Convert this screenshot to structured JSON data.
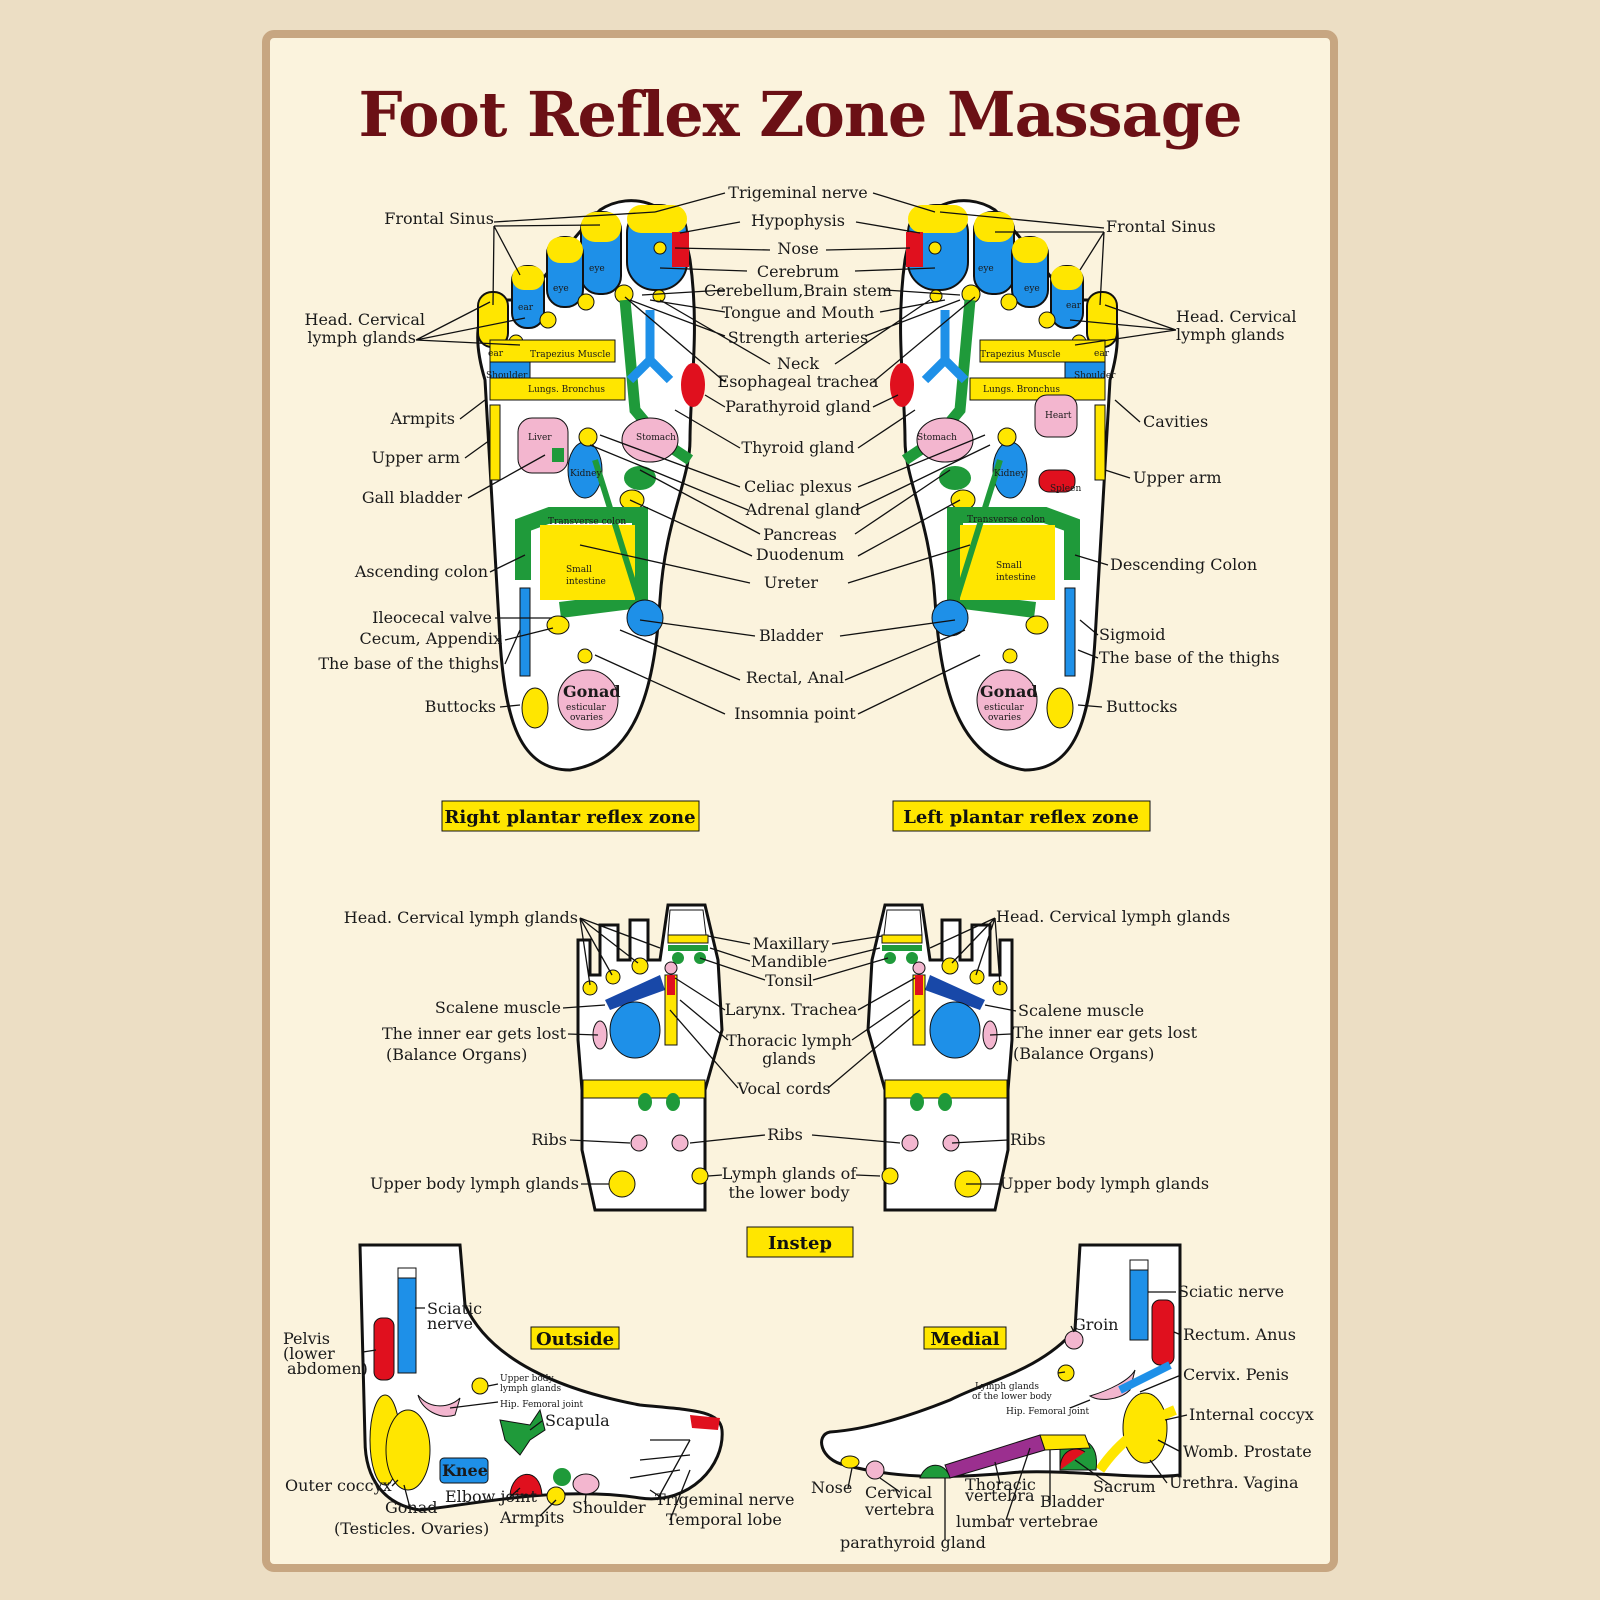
{
  "title": "Foot Reflex Zone Massage",
  "colors": {
    "yellow": "#ffe600",
    "blue": "#1e90e8",
    "green": "#1f9a3a",
    "red": "#e0101e",
    "pink": "#f3b6cf",
    "purple": "#9b2f8f",
    "title": "#6b1015"
  },
  "plantar": {
    "right_caption": "Right plantar reflex zone",
    "left_caption": "Left plantar reflex zone",
    "center": {
      "trigeminal": "Trigeminal nerve",
      "hypophysis": "Hypophysis",
      "nose": "Nose",
      "cerebrum": "Cerebrum",
      "cerebellum": "Cerebellum,Brain stem",
      "tongue": "Tongue and Mouth",
      "strength": "Strength arteries",
      "neck": "Neck",
      "esophageal": "Esophageal trachea",
      "parathyroid": "Parathyroid gland",
      "thyroid": "Thyroid gland",
      "celiac": "Celiac plexus",
      "adrenal": "Adrenal gland",
      "pancreas": "Pancreas",
      "duodenum": "Duodenum",
      "ureter": "Ureter",
      "bladder": "Bladder",
      "rectal": "Rectal, Anal",
      "insomnia": "Insomnia point"
    },
    "right_side": {
      "frontal": "Frontal Sinus",
      "head1": "Head. Cervical",
      "head2": "lymph glands",
      "armpits": "Armpits",
      "upper_arm": "Upper arm",
      "gall": "Gall bladder",
      "ascending": "Ascending colon",
      "ileocecal": "Ileocecal valve",
      "cecum": "Cecum, Appendix",
      "thighs": "The base of the thighs",
      "buttocks": "Buttocks"
    },
    "left_side": {
      "frontal": "Frontal Sinus",
      "head1": "Head. Cervical",
      "head2": "lymph glands",
      "cavities": "Cavities",
      "upper_arm": "Upper arm",
      "descending": "Descending Colon",
      "sigmoid": "Sigmoid",
      "thighs": "The base of the thighs",
      "buttocks": "Buttocks"
    },
    "inner": {
      "eye": "eye",
      "ear": "ear",
      "trapezius": "Trapezius Muscle",
      "shoulder": "Shoulder",
      "lungs": "Lungs. Bronchus",
      "liver": "Liver",
      "stomach": "Stomach",
      "kidney": "Kidney",
      "transverse": "Transverse colon",
      "small1": "Small",
      "small2": "intestine",
      "gonad": "Gonad",
      "gonad_sub1": "esticular",
      "gonad_sub2": "ovaries",
      "heart": "Heart",
      "spleen": "Spleen"
    }
  },
  "instep": {
    "caption": "Instep",
    "head_right": "Head. Cervical lymph glands",
    "head_left": "Head. Cervical lymph glands",
    "maxillary": "Maxillary",
    "mandible": "Mandible",
    "tonsil": "Tonsil",
    "larynx": "Larynx. Trachea",
    "thoracic1": "Thoracic lymph",
    "thoracic2": "glands",
    "vocal": "Vocal cords",
    "scalene": "Scalene muscle",
    "inner_ear1": "The inner ear gets lost",
    "inner_ear2": "(Balance Organs)",
    "ribs": "Ribs",
    "upper_body": "Upper body lymph glands",
    "lymph_lower1": "Lymph glands of",
    "lymph_lower2": "the lower body"
  },
  "outside": {
    "caption": "Outside",
    "sciatic1": "Sciatic",
    "sciatic2": "nerve",
    "pelvis1": "Pelvis",
    "pelvis2": "(lower",
    "pelvis3": "abdomen)",
    "upper_body1": "Upper body",
    "upper_body2": "lymph glands",
    "hip": "Hip. Femoral joint",
    "scapula": "Scapula",
    "knee": "Knee",
    "outer_coccyx": "Outer coccyx",
    "gonad": "Gonad",
    "gonad2": "(Testicles. Ovaries)",
    "elbow": "Elbow joint",
    "armpits": "Armpits",
    "shoulder": "Shoulder",
    "trigeminal": "Trigeminal nerve",
    "temporal": "Temporal lobe"
  },
  "medial": {
    "caption": "Medial",
    "sciatic": "Sciatic nerve",
    "groin": "Groin",
    "rectum": "Rectum. Anus",
    "cervix": "Cervix. Penis",
    "lymph1": "Lymph glands",
    "lymph2": "of the lower body",
    "hip": "Hip. Femoral joint",
    "coccyx": "Internal coccyx",
    "womb": "Womb. Prostate",
    "urethra": "Urethra. Vagina",
    "nose": "Nose",
    "cervical1": "Cervical",
    "cervical2": "vertebra",
    "thoracic1": "Thoracic",
    "thoracic2": "vertebra",
    "bladder": "Bladder",
    "sacrum": "Sacrum",
    "lumbar": "lumbar vertebrae",
    "parathyroid": "parathyroid gland"
  }
}
